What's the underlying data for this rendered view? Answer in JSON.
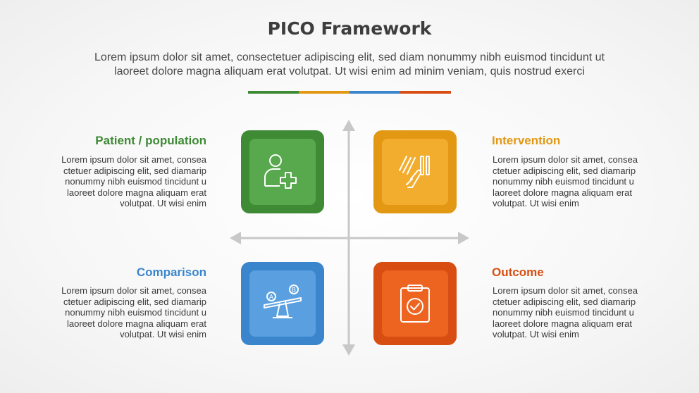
{
  "header": {
    "title": "PICO Framework",
    "subtitle_line1": "Lorem ipsum dolor sit amet, consectetuer adipiscing elit, sed diam nonummy nibh euismod tincidunt ut",
    "subtitle_line2": "laoreet dolore magna aliquam erat volutpat. Ut wisi enim ad minim veniam, quis nostrud exerci"
  },
  "colors": {
    "patient": "#3e8a35",
    "intervention": "#e29812",
    "comparison": "#3a85cc",
    "outcome": "#d84e12",
    "axis": "#c8c8c8"
  },
  "quadrants": {
    "patient": {
      "title": "Patient / population",
      "text": [
        "Lorem ipsum dolor sit amet, consea",
        "ctetuer adipiscing elit, sed diamarip",
        "nonummy nibh euismod tincidunt u",
        "laoreet dolore magna aliquam erat",
        "volutpat. Ut wisi enim"
      ],
      "icon": "patient-plus-icon"
    },
    "intervention": {
      "title": "Intervention",
      "text": [
        "Lorem ipsum dolor sit amet, consea",
        "ctetuer adipiscing elit, sed diamarip",
        "nonummy nibh euismod tincidunt u",
        "laoreet dolore magna aliquam erat",
        "volutpat. Ut wisi enim"
      ],
      "icon": "hand-intervention-icon"
    },
    "comparison": {
      "title": "Comparison",
      "text": [
        "Lorem ipsum dolor sit amet, consea",
        "ctetuer adipiscing elit, sed diamarip",
        "nonummy nibh euismod tincidunt u",
        "laoreet dolore magna aliquam erat",
        "volutpat. Ut wisi enim"
      ],
      "icon": "balance-scale-icon",
      "icon_labels": [
        "A",
        "B"
      ]
    },
    "outcome": {
      "title": "Outcome",
      "text": [
        "Lorem ipsum dolor sit amet, consea",
        "ctetuer adipiscing elit, sed diamarip",
        "nonummy nibh euismod tincidunt u",
        "laoreet dolore magna aliquam erat",
        "volutpat. Ut wisi enim"
      ],
      "icon": "clipboard-check-icon"
    }
  }
}
